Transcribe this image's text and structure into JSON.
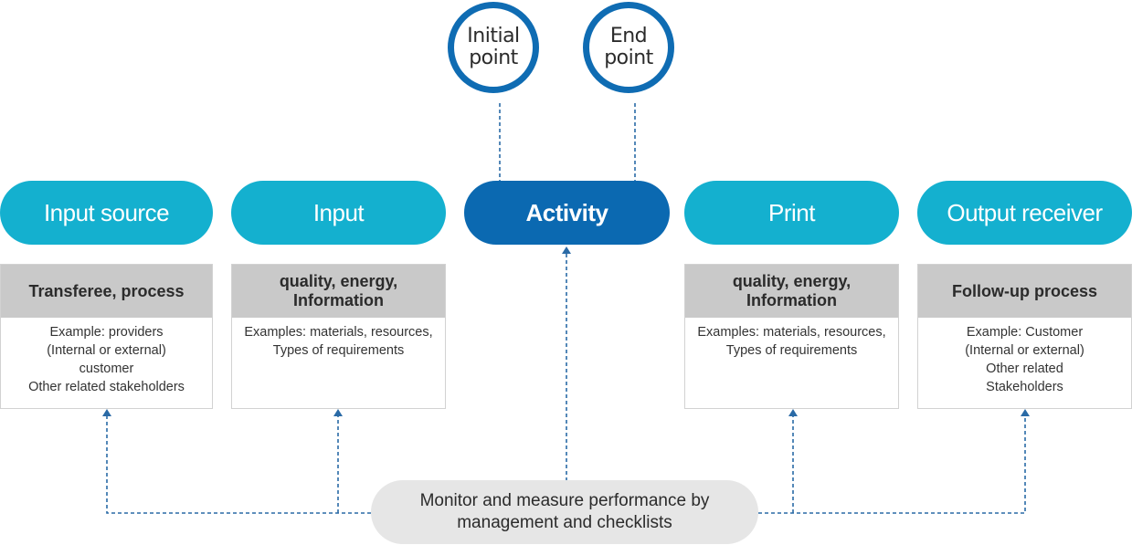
{
  "colors": {
    "pill_light": "#14b0cf",
    "pill_dark": "#0b69b1",
    "circle_border": "#0f6cb3",
    "card_header": "#c9c9c9",
    "monitor_bg": "#e6e6e6",
    "connector": "#2a6aa6"
  },
  "milestones": {
    "initial": "Initial\npoint",
    "end": "End\npoint"
  },
  "stages": {
    "input_source": "Input source",
    "input": "Input",
    "activity": "Activity",
    "print": "Print",
    "output_receiver": "Output receiver"
  },
  "cards": {
    "input_source": {
      "title": "Transferee, process",
      "body": "Example: providers\n(Internal or external)\ncustomer\nOther related stakeholders"
    },
    "input": {
      "title": "quality, energy,\nInformation",
      "body": "Examples: materials, resources,\nTypes of requirements"
    },
    "print": {
      "title": "quality, energy,\nInformation",
      "body": "Examples: materials, resources,\nTypes of requirements"
    },
    "output_receiver": {
      "title": "Follow-up process",
      "body": "Example: Customer\n(Internal or external)\nOther related\nStakeholders"
    }
  },
  "monitor": {
    "label": "Monitor and measure performance by\nmanagement and checklists"
  }
}
